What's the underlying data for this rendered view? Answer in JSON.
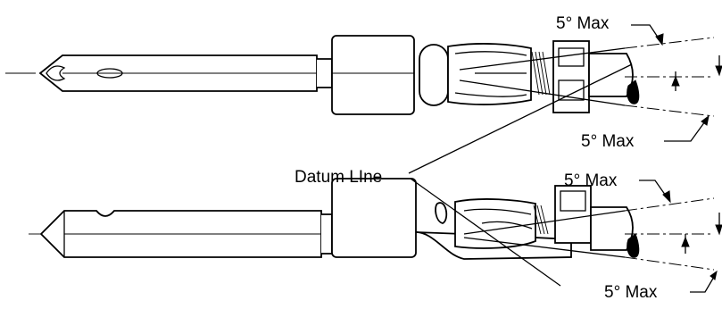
{
  "labels": {
    "top_upper_angle": "5° Max",
    "top_lower_angle": "5° Max",
    "datum_line": "Datum LIne",
    "bottom_upper_angle": "5° Max",
    "bottom_lower_angle": "5° Max"
  }
}
